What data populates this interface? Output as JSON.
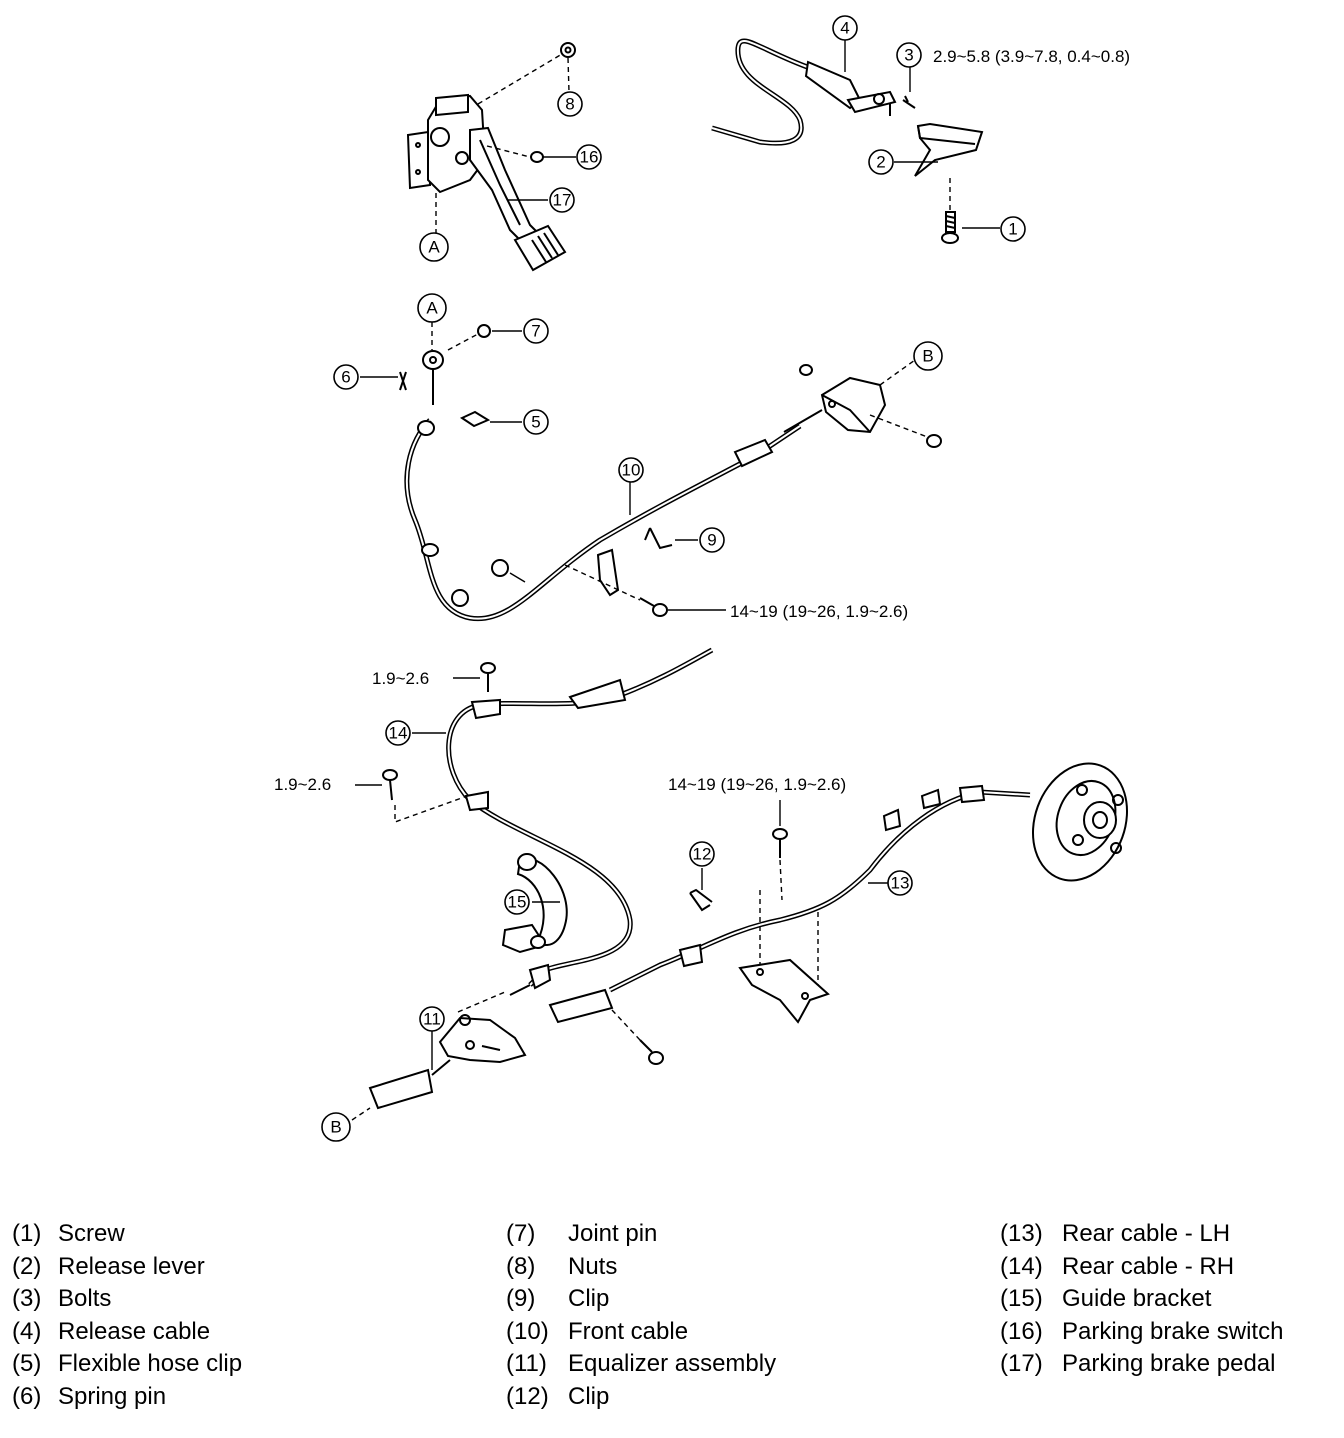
{
  "callouts": {
    "c1": "1",
    "c2": "2",
    "c3": "3",
    "c4": "4",
    "c5": "5",
    "c6": "6",
    "c7": "7",
    "c8": "8",
    "c9": "9",
    "c10": "10",
    "c11": "11",
    "c12": "12",
    "c13": "13",
    "c14": "14",
    "c15": "15",
    "c16": "16",
    "c17": "17",
    "a_top": "A",
    "a_mid": "A",
    "b_right": "B",
    "b_left": "B"
  },
  "torque": {
    "bolt3": "2.9~5.8 (3.9~7.8, 0.4~0.8)",
    "front_bracket": "14~19 (19~26, 1.9~2.6)",
    "rh_upper": "1.9~2.6",
    "rh_lower": "1.9~2.6",
    "lh_bracket": "14~19 (19~26, 1.9~2.6)"
  },
  "legend": {
    "col1": [
      {
        "num": "(1)",
        "name": "Screw"
      },
      {
        "num": "(2)",
        "name": "Release lever"
      },
      {
        "num": "(3)",
        "name": "Bolts"
      },
      {
        "num": "(4)",
        "name": "Release cable"
      },
      {
        "num": "(5)",
        "name": "Flexible hose clip"
      },
      {
        "num": "(6)",
        "name": "Spring pin"
      }
    ],
    "col2": [
      {
        "num": "(7)",
        "name": "Joint pin"
      },
      {
        "num": "(8)",
        "name": "Nuts"
      },
      {
        "num": "(9)",
        "name": "Clip"
      },
      {
        "num": "(10)",
        "name": "Front cable"
      },
      {
        "num": "(11)",
        "name": "Equalizer assembly"
      },
      {
        "num": "(12)",
        "name": "Clip"
      }
    ],
    "col3": [
      {
        "num": "(13)",
        "name": "Rear cable - LH"
      },
      {
        "num": "(14)",
        "name": "Rear cable - RH"
      },
      {
        "num": "(15)",
        "name": "Guide bracket"
      },
      {
        "num": "(16)",
        "name": "Parking brake switch"
      },
      {
        "num": "(17)",
        "name": "Parking brake pedal"
      }
    ]
  }
}
